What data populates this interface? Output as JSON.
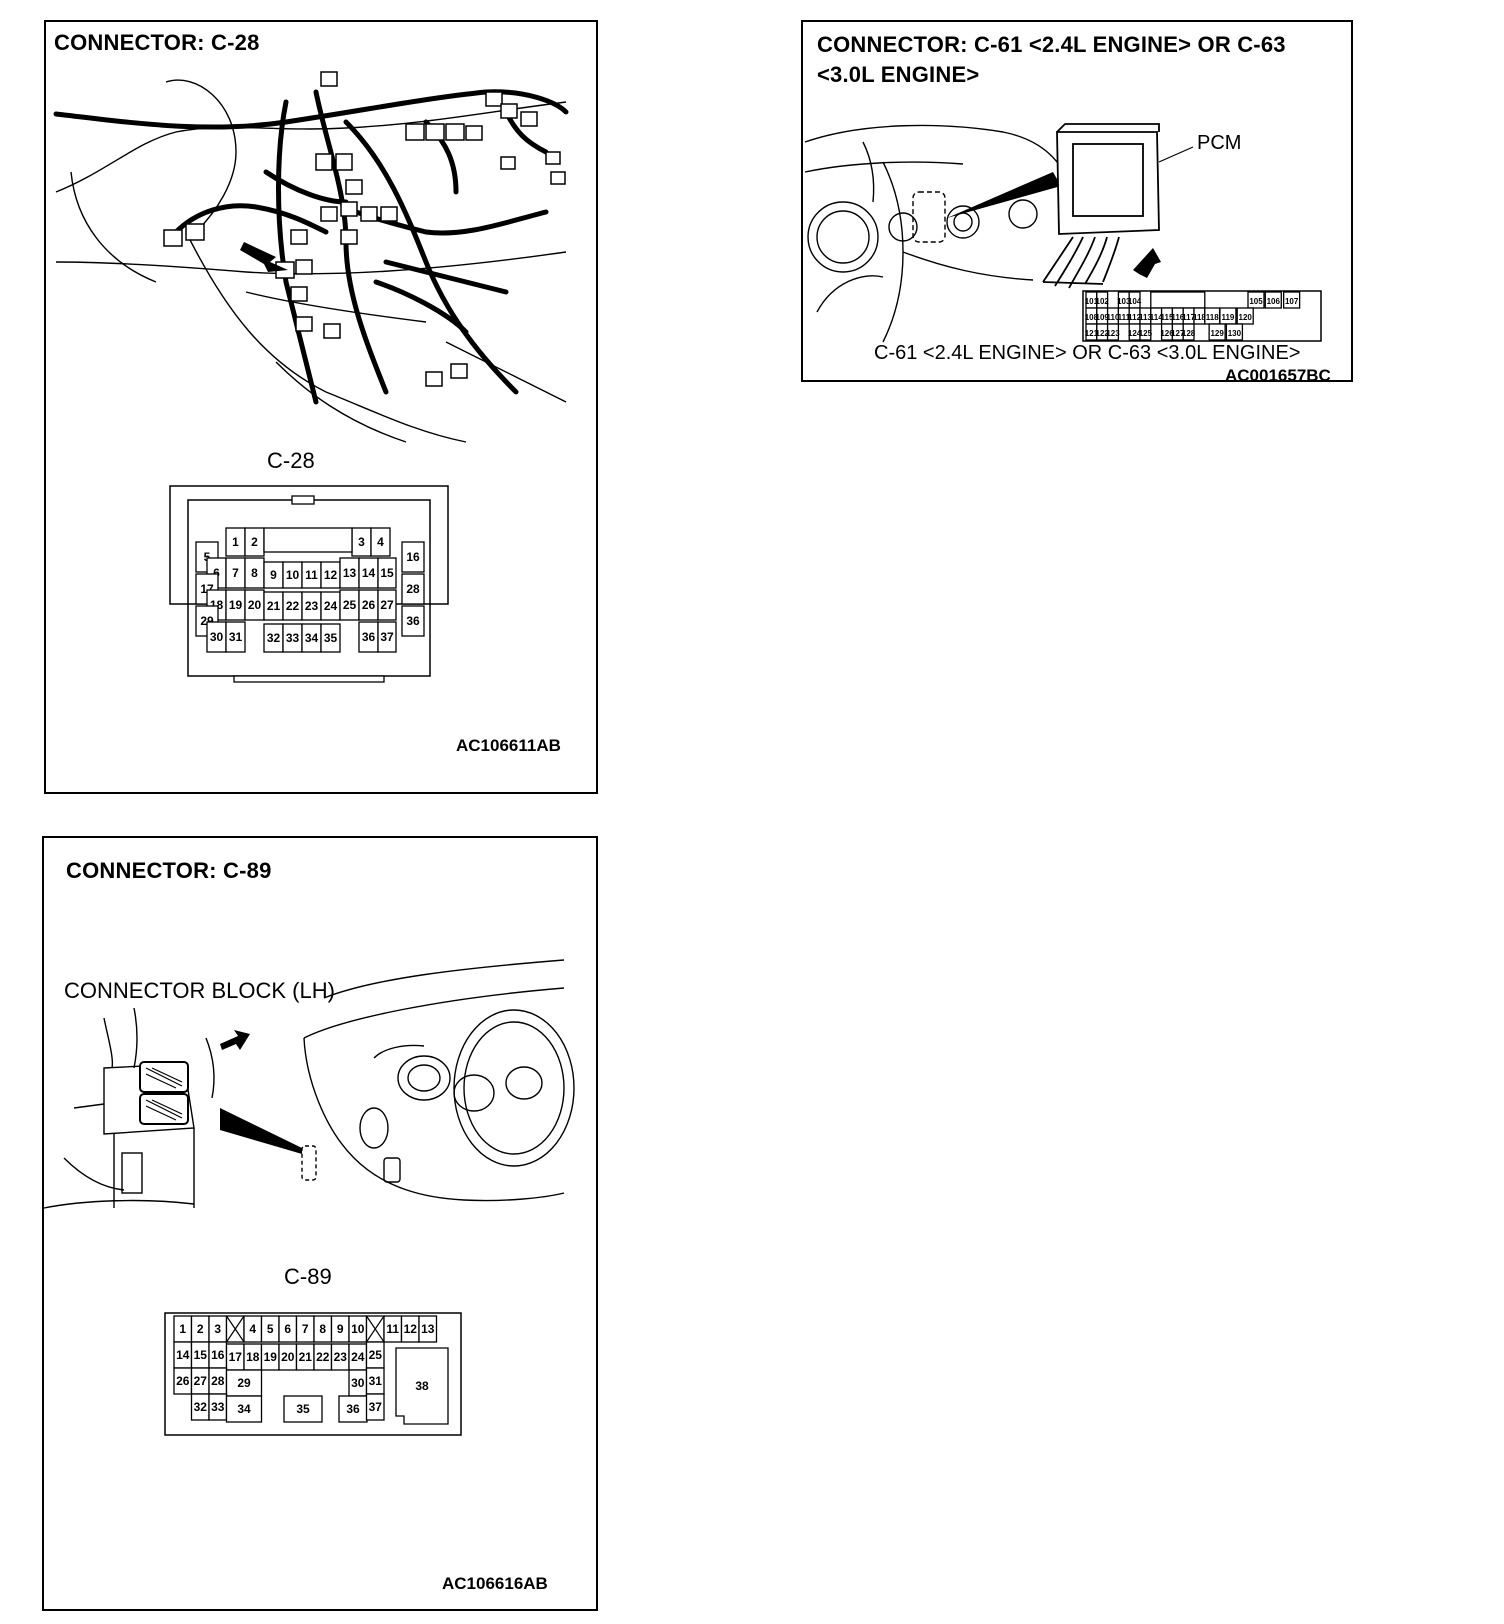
{
  "panels": {
    "c28": {
      "title": "CONNECTOR: C-28",
      "connector_label": "C-28",
      "ref": "AC106611AB",
      "pins": [
        "1",
        "2",
        "3",
        "4",
        "5",
        "6",
        "7",
        "8",
        "9",
        "10",
        "11",
        "12",
        "13",
        "14",
        "15",
        "16",
        "17",
        "18",
        "19",
        "20",
        "21",
        "22",
        "23",
        "24",
        "25",
        "26",
        "27",
        "28",
        "29",
        "30",
        "31",
        "32",
        "33",
        "34",
        "35",
        "36",
        "37"
      ]
    },
    "c61": {
      "title": "CONNECTOR: C-61 <2.4L ENGINE> OR C-63 <3.0L ENGINE>",
      "pcm_label": "PCM",
      "caption": "C-61 <2.4L ENGINE> OR C-63 <3.0L ENGINE>",
      "ref": "AC001657BC",
      "pins": [
        "101",
        "102",
        "103",
        "104",
        "105",
        "106",
        "107",
        "108",
        "109",
        "110",
        "111",
        "112",
        "113",
        "114",
        "115",
        "116",
        "117",
        "118",
        "119",
        "120",
        "121",
        "122",
        "123",
        "124",
        "125",
        "126",
        "127",
        "128",
        "129",
        "130"
      ]
    },
    "c89": {
      "title": "CONNECTOR: C-89",
      "block_label": "CONNECTOR BLOCK (LH)",
      "connector_label": "C-89",
      "ref": "AC106616AB",
      "pins": [
        "1",
        "2",
        "3",
        "4",
        "5",
        "6",
        "7",
        "8",
        "9",
        "10",
        "11",
        "12",
        "13",
        "14",
        "15",
        "16",
        "17",
        "18",
        "19",
        "20",
        "21",
        "22",
        "23",
        "24",
        "25",
        "26",
        "27",
        "28",
        "29",
        "30",
        "31",
        "32",
        "33",
        "34",
        "35",
        "36",
        "37",
        "38"
      ]
    }
  }
}
